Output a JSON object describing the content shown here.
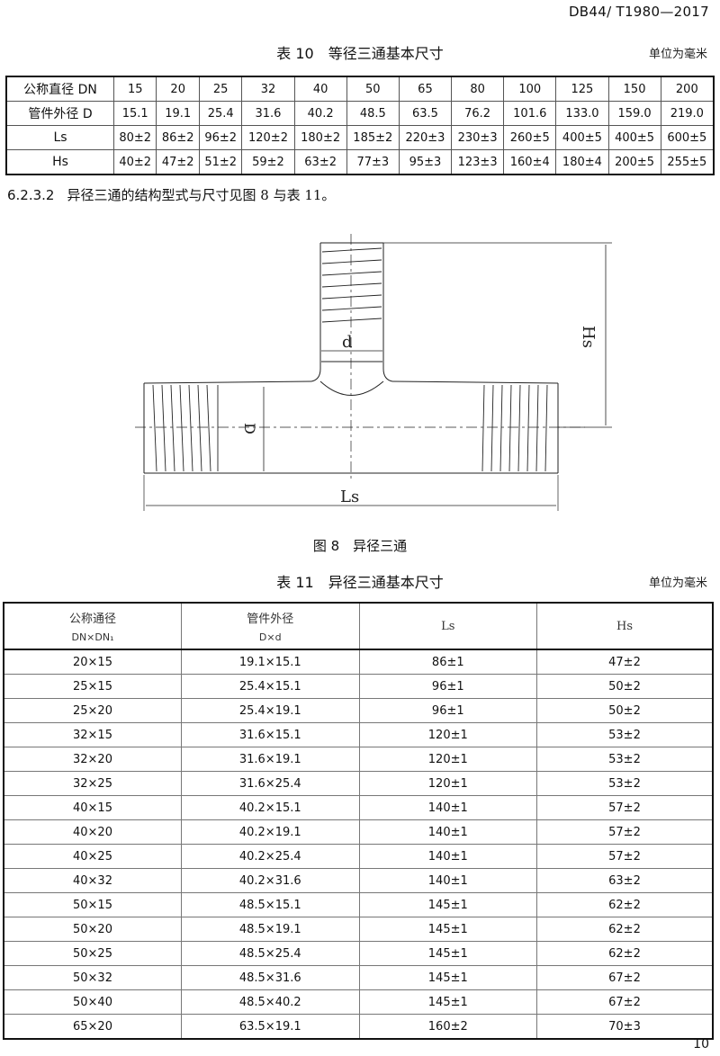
{
  "header": {
    "standard_code": "DB44/ T1980—2017"
  },
  "table10": {
    "title": "表 10　等径三通基本尺寸",
    "unit": "单位为毫米",
    "rows": [
      {
        "label": "公称直径 DN",
        "values": [
          "15",
          "20",
          "25",
          "32",
          "40",
          "50",
          "65",
          "80",
          "100",
          "125",
          "150",
          "200"
        ]
      },
      {
        "label": "管件外径 D",
        "values": [
          "15.1",
          "19.1",
          "25.4",
          "31.6",
          "40.2",
          "48.5",
          "63.5",
          "76.2",
          "101.6",
          "133.0",
          "159.0",
          "219.0"
        ]
      },
      {
        "label": "Ls",
        "values": [
          "80±2",
          "86±2",
          "96±2",
          "120±2",
          "180±2",
          "185±2",
          "220±3",
          "230±3",
          "260±5",
          "400±5",
          "400±5",
          "600±5"
        ]
      },
      {
        "label": "Hs",
        "values": [
          "40±2",
          "47±2",
          "51±2",
          "59±2",
          "63±2",
          "77±3",
          "95±3",
          "123±3",
          "160±4",
          "180±4",
          "200±5",
          "255±5"
        ]
      }
    ]
  },
  "clause": {
    "number": "6.2.3.2",
    "text": "异径三通的结构型式与尺寸见图 8 与表 11。"
  },
  "figure8": {
    "caption": "图 8　异径三通",
    "labels": {
      "d": "d",
      "D": "D",
      "Hs": "Hs",
      "Ls": "Ls"
    }
  },
  "table11": {
    "title": "表 11　异径三通基本尺寸",
    "unit": "单位为毫米",
    "headers": [
      {
        "main": "公称通径",
        "sub": "DN×DN₁"
      },
      {
        "main": "管件外径",
        "sub": "D×d"
      },
      {
        "main": "Ls",
        "sub": ""
      },
      {
        "main": "Hs",
        "sub": ""
      }
    ],
    "rows": [
      [
        "20×15",
        "19.1×15.1",
        "86±1",
        "47±2"
      ],
      [
        "25×15",
        "25.4×15.1",
        "96±1",
        "50±2"
      ],
      [
        "25×20",
        "25.4×19.1",
        "96±1",
        "50±2"
      ],
      [
        "32×15",
        "31.6×15.1",
        "120±1",
        "53±2"
      ],
      [
        "32×20",
        "31.6×19.1",
        "120±1",
        "53±2"
      ],
      [
        "32×25",
        "31.6×25.4",
        "120±1",
        "53±2"
      ],
      [
        "40×15",
        "40.2×15.1",
        "140±1",
        "57±2"
      ],
      [
        "40×20",
        "40.2×19.1",
        "140±1",
        "57±2"
      ],
      [
        "40×25",
        "40.2×25.4",
        "140±1",
        "57±2"
      ],
      [
        "40×32",
        "40.2×31.6",
        "140±1",
        "63±2"
      ],
      [
        "50×15",
        "48.5×15.1",
        "145±1",
        "62±2"
      ],
      [
        "50×20",
        "48.5×19.1",
        "145±1",
        "62±2"
      ],
      [
        "50×25",
        "48.5×25.4",
        "145±1",
        "62±2"
      ],
      [
        "50×32",
        "48.5×31.6",
        "145±1",
        "67±2"
      ],
      [
        "50×40",
        "48.5×40.2",
        "145±1",
        "67±2"
      ],
      [
        "65×20",
        "63.5×19.1",
        "160±2",
        "70±3"
      ]
    ]
  },
  "footer": {
    "page_number": "10"
  }
}
